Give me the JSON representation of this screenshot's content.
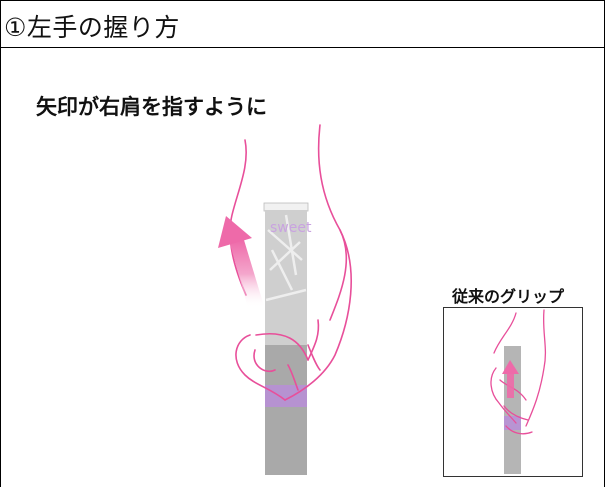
{
  "section_title": "①左手の握り方",
  "caption_main": "矢印が右肩を指すように",
  "caption_conventional": "従来のグリップ",
  "grip_brand_text": "sweet",
  "colors": {
    "hand_outline": "#e84f9a",
    "arrow": "#ee6aa9",
    "grip_body": "#c9c9c9",
    "grip_accent": "#b98ed8",
    "frame": "#000000"
  }
}
